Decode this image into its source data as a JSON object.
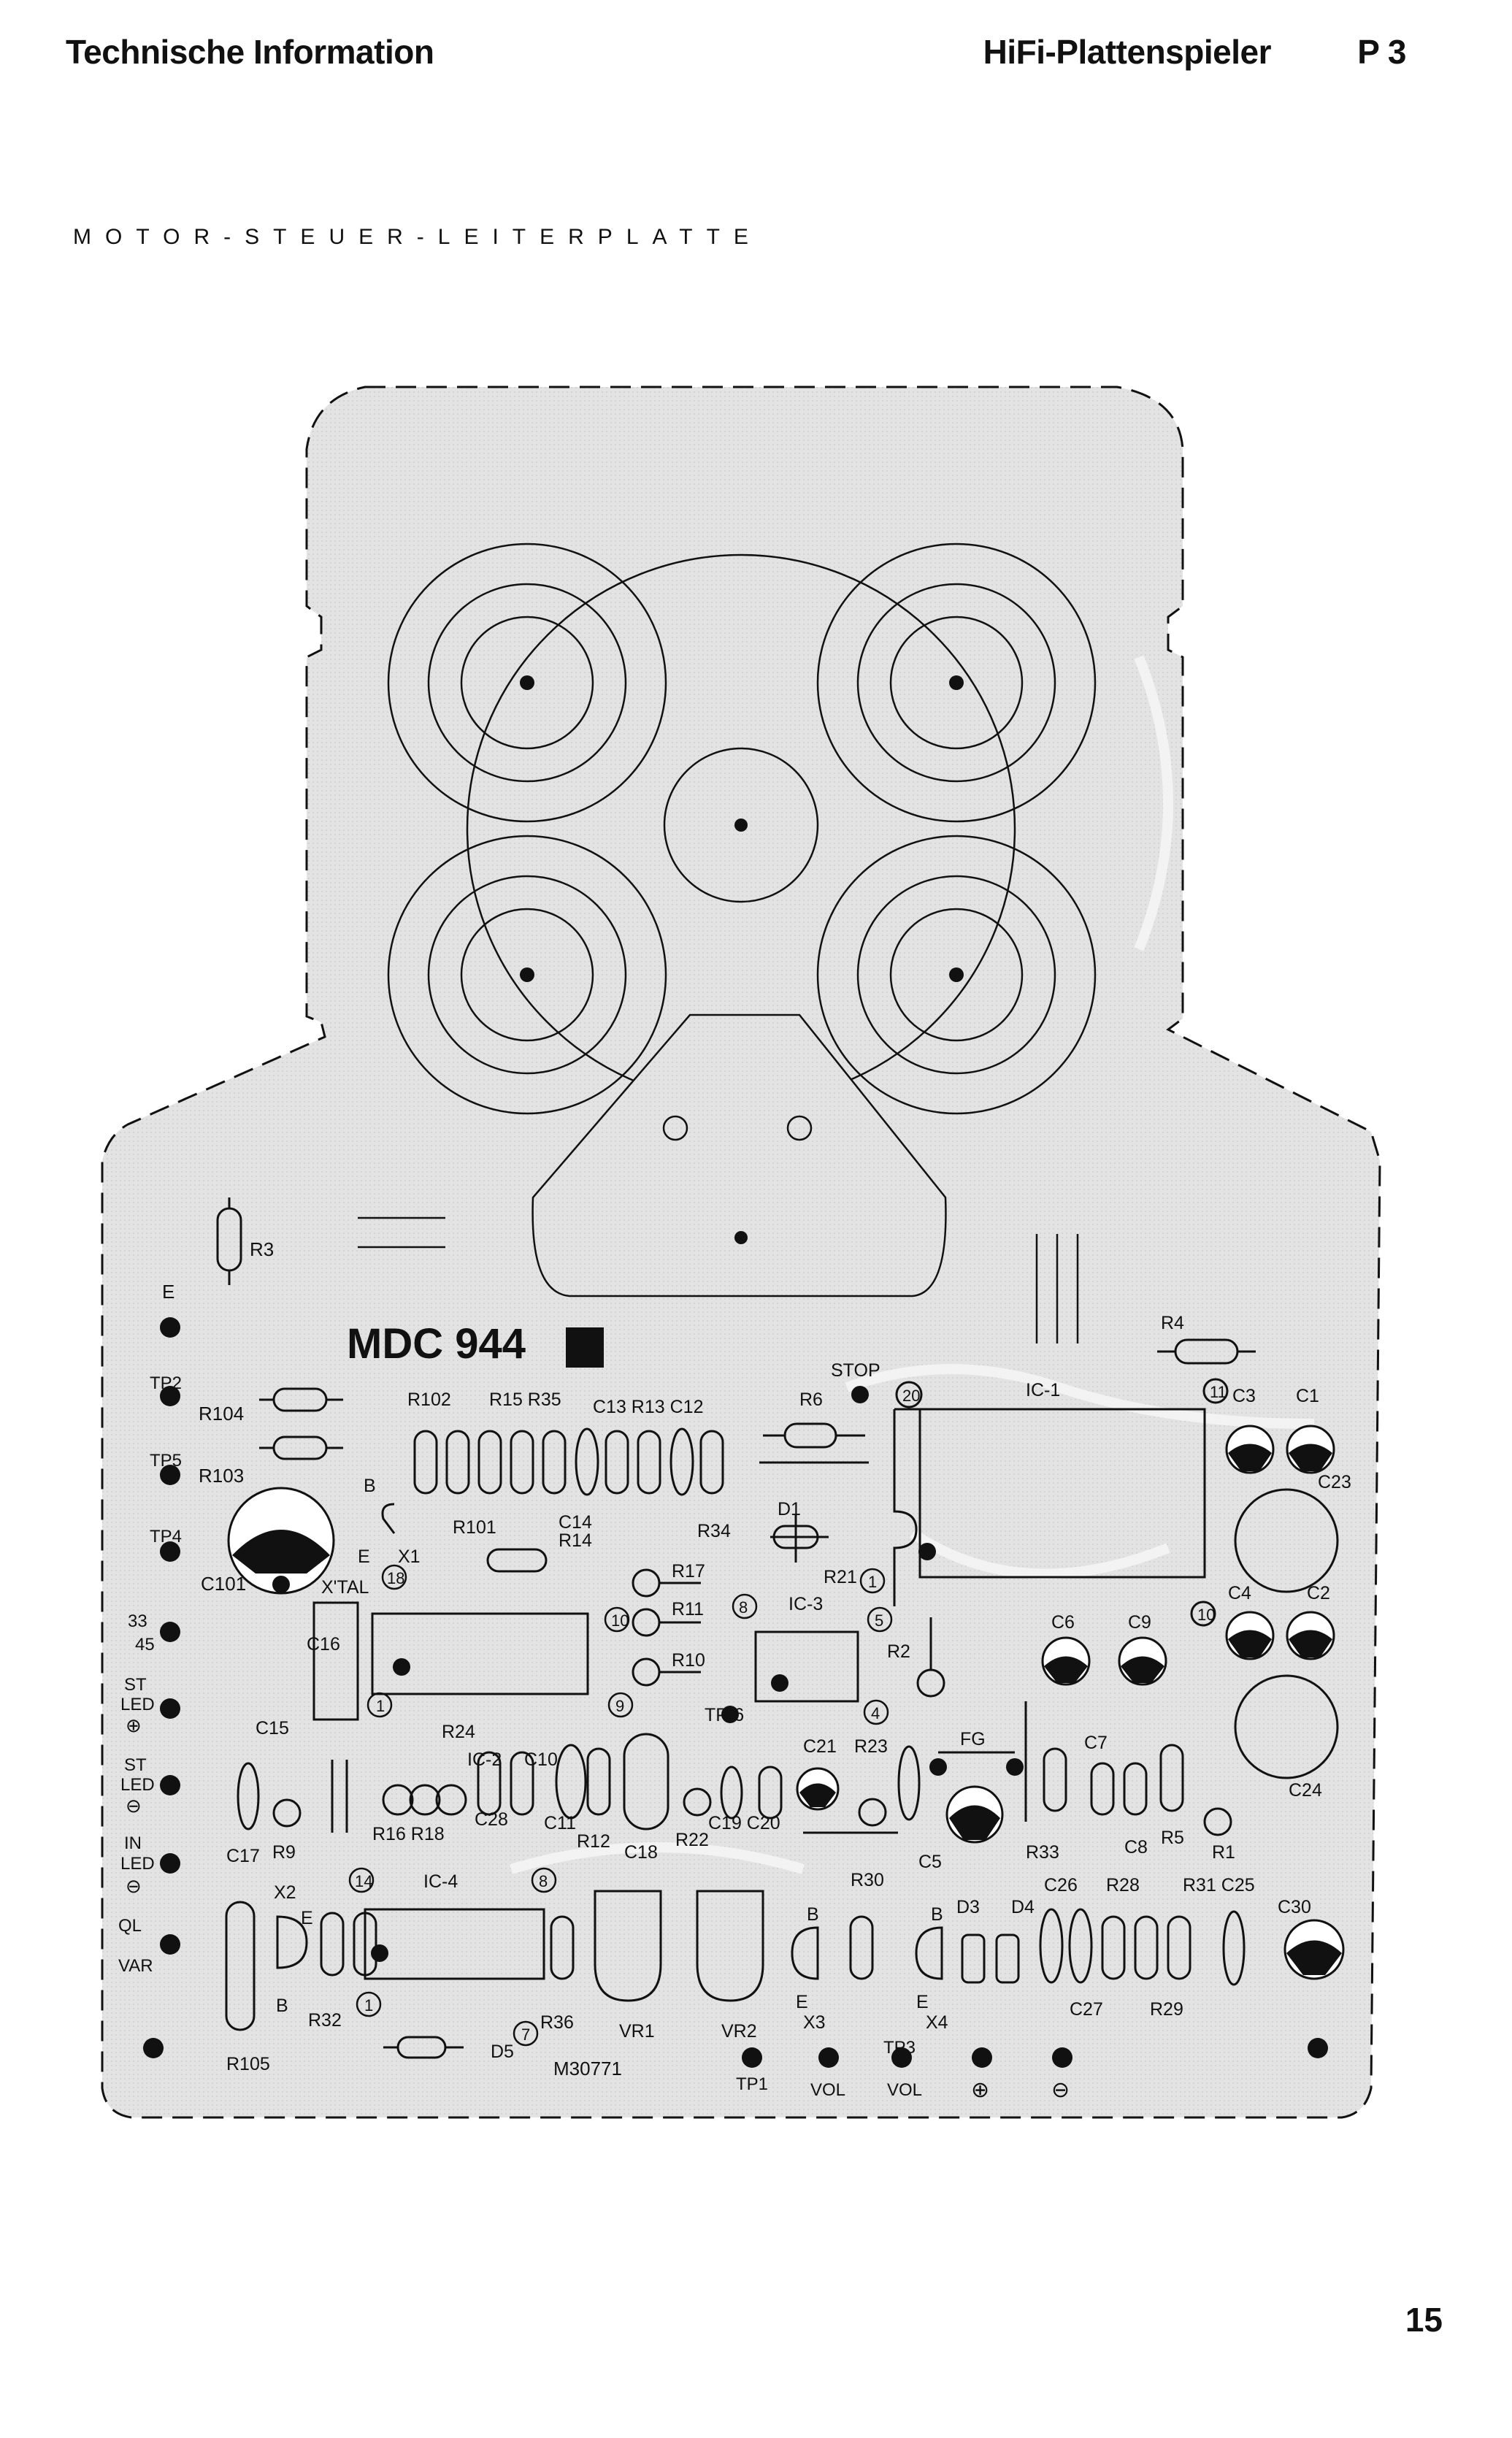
{
  "header": {
    "left": "Technische Information",
    "model": "HiFi-Plattenspieler",
    "code": "P 3"
  },
  "board_title": "MOTOR-STEUER-LEITERPLATTE",
  "page_number": "15",
  "diagram": {
    "board_id": "MDC 944",
    "part_number": "M30771",
    "left_terminals": [
      "E",
      "TP2",
      "TP5",
      "TP4",
      "33/45",
      "ST LED⊕",
      "ST LED⊖",
      "IN LED⊖",
      "QL/VAR"
    ],
    "bottom_terminals": [
      "TP1",
      "VOL",
      "TP3 VOL",
      "⊕",
      "⊖"
    ],
    "ics": [
      "IC-1",
      "IC-2",
      "IC-3",
      "IC-4"
    ],
    "labels": [
      "R3",
      "R4",
      "R104",
      "R103",
      "R102",
      "R15",
      "R35",
      "C13",
      "R13",
      "C12",
      "R101",
      "C14",
      "R14",
      "R34",
      "R17",
      "R11",
      "R10",
      "R21",
      "R2",
      "R6",
      "STOP",
      "D1",
      "C101",
      "X'TAL",
      "X1",
      "B",
      "E",
      "C16",
      "C15",
      "C17",
      "R9",
      "R24",
      "C10",
      "TP-6",
      "C21",
      "R23",
      "FG",
      "C7",
      "C28",
      "C11",
      "R12",
      "C18",
      "R22",
      "C19",
      "C20",
      "C5",
      "C8",
      "R5",
      "R1",
      "R33",
      "R30",
      "D3",
      "D4",
      "C26",
      "R28",
      "R31",
      "C25",
      "C30",
      "X2",
      "R32",
      "R105",
      "D5",
      "R36",
      "VR1",
      "VR2",
      "X3",
      "X4",
      "C27",
      "R29",
      "C6",
      "C9",
      "C3",
      "C1",
      "C23",
      "C4",
      "C2",
      "C24",
      "R16",
      "R18"
    ]
  }
}
